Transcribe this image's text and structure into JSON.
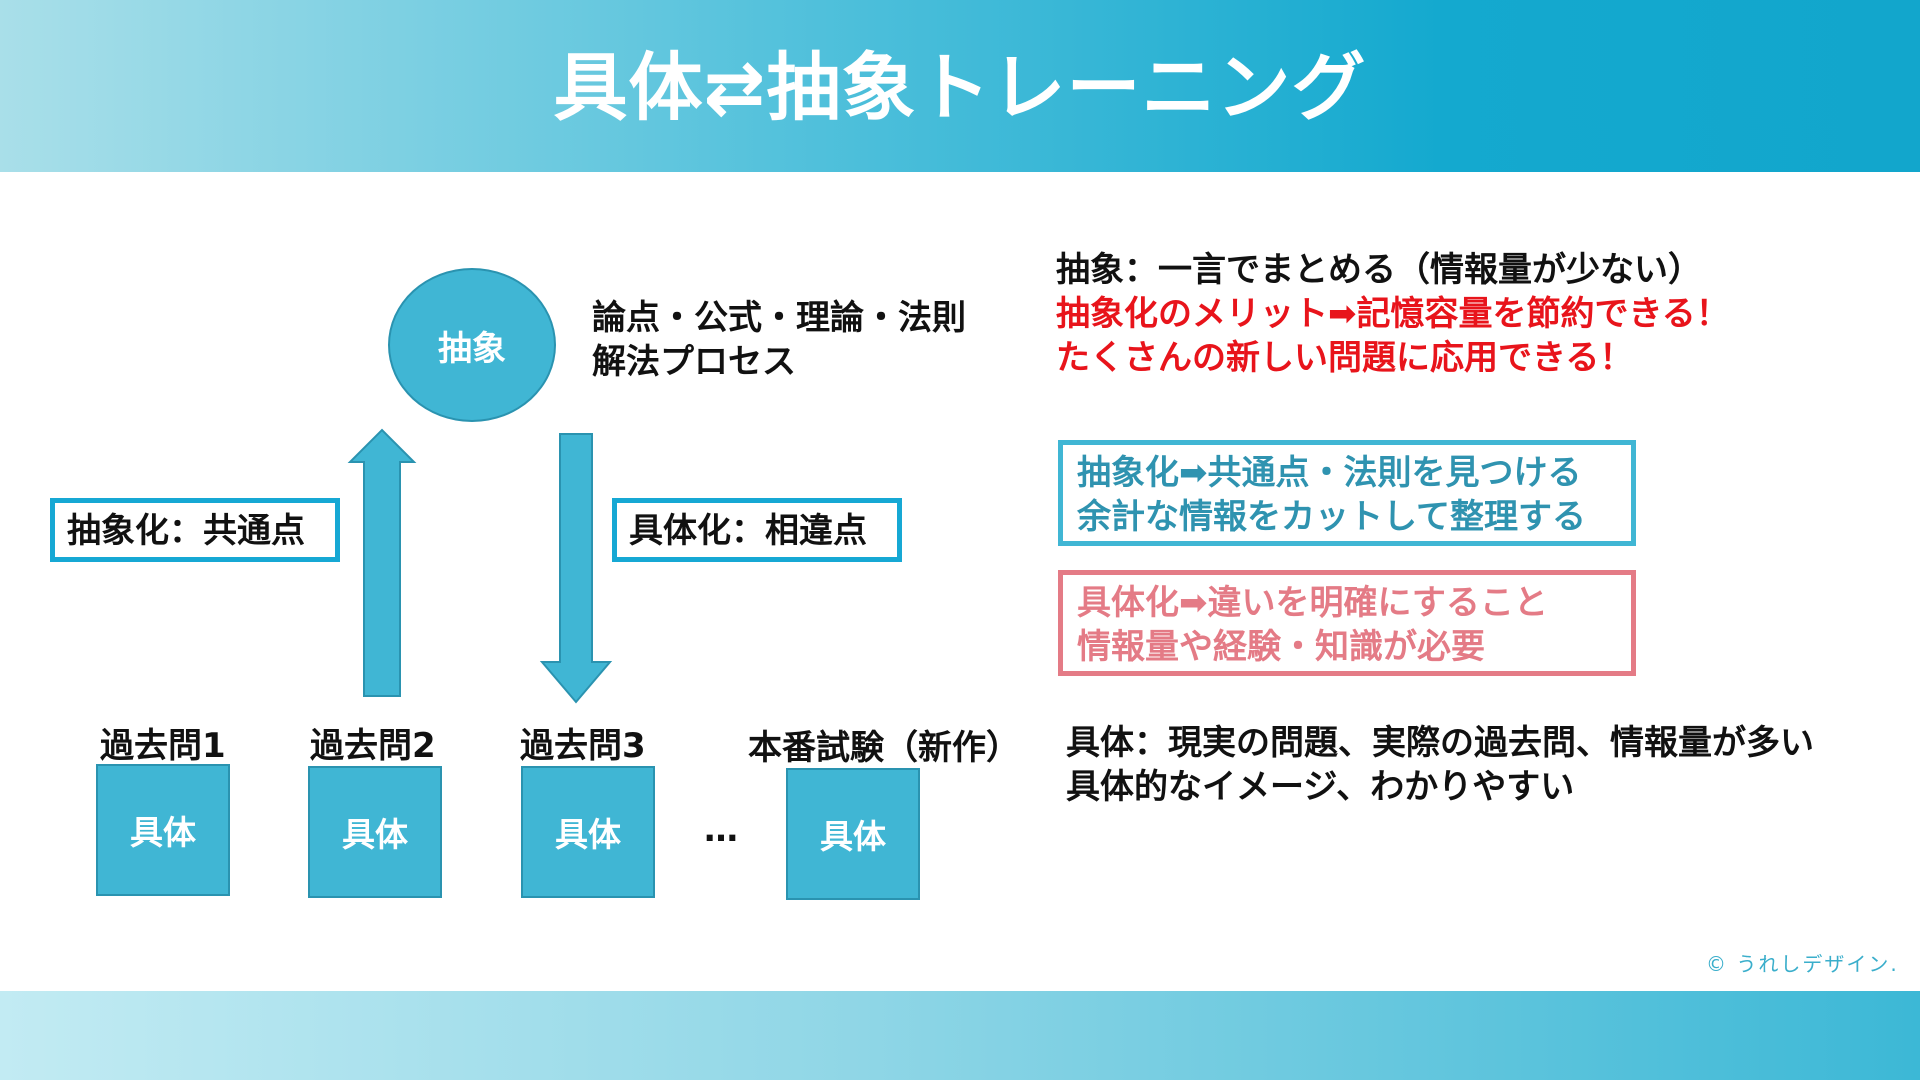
{
  "title": "具体⇄抽象トレーニング",
  "circle_label": "抽象",
  "abstract_desc": [
    "論点・公式・理論・法則",
    "解法プロセス"
  ],
  "box_abstraction": "抽象化：共通点",
  "box_concretion": "具体化：相違点",
  "definition_abstract": "抽象：一言でまとめる（情報量が少ない）",
  "merits": [
    "抽象化のメリット➡記憶容量を節約できる！",
    "たくさんの新しい問題に応用できる！"
  ],
  "panel_abstract": [
    "抽象化➡共通点・法則を見つける",
    "余計な情報をカットして整理する"
  ],
  "panel_concrete": [
    "具体化➡違いを明確にすること",
    "情報量や経験・知識が必要"
  ],
  "questions": [
    {
      "label": "過去問1",
      "box": "具体"
    },
    {
      "label": "過去問2",
      "box": "具体"
    },
    {
      "label": "過去問3",
      "box": "具体"
    },
    {
      "label": "本番試験（新作）",
      "box": "具体"
    }
  ],
  "ellipsis": "…",
  "definition_concrete": [
    "具体：現実の問題、実際の過去問、情報量が多い",
    "具体的なイメージ、わかりやすい"
  ],
  "copyright": "© うれしデザイン.",
  "colors": {
    "accent": "#16a8d4",
    "shape_fill": "#40b6d4",
    "red": "#e8141b",
    "teal_text": "#2f93b0",
    "pink": "#e47b86"
  }
}
